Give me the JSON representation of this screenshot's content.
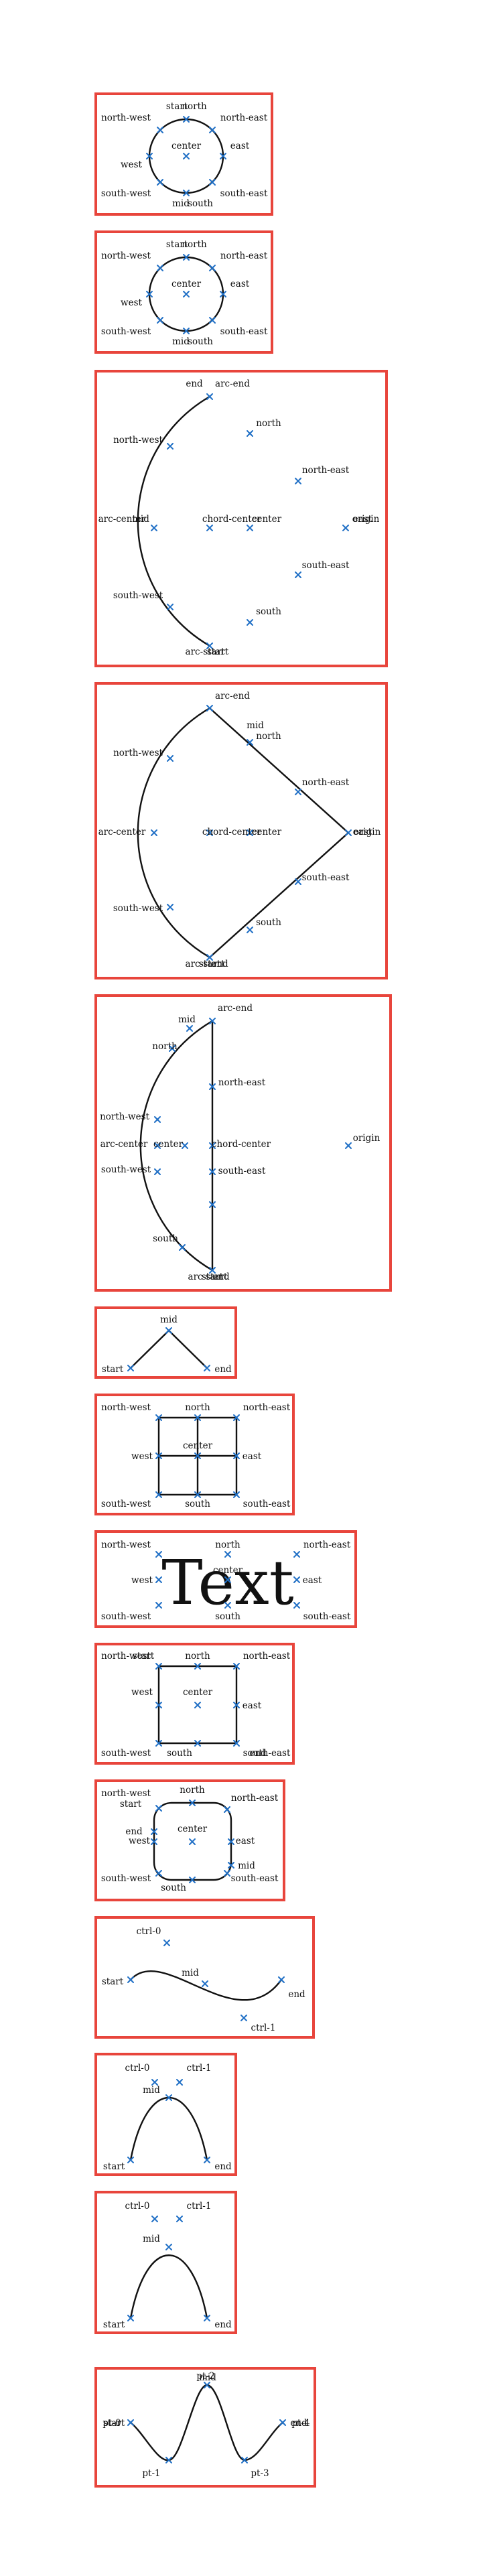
{
  "accent_color": "#1f6fc5",
  "frame_color": "#e8453c",
  "shape_color": "#111111",
  "icons": {
    "anchor_marker": "cross-marker"
  },
  "panels": [
    {
      "name": "circle-panel-1",
      "anchors": [
        "start",
        "north",
        "north-west",
        "north-east",
        "center",
        "east",
        "west",
        "south-west",
        "south-east",
        "mid",
        "south"
      ]
    },
    {
      "name": "circle-panel-2",
      "anchors": [
        "start",
        "north",
        "north-west",
        "north-east",
        "center",
        "east",
        "west",
        "south-west",
        "south-east",
        "mid",
        "south"
      ]
    },
    {
      "name": "arc-panel",
      "anchors": [
        "end",
        "arc-end",
        "north",
        "north-west",
        "north-east",
        "arc-center",
        "mid",
        "chord-center",
        "center",
        "origin",
        "east",
        "south-east",
        "south-west",
        "south",
        "arc-start",
        "start"
      ]
    },
    {
      "name": "pie-panel",
      "anchors": [
        "arc-end",
        "mid",
        "north",
        "north-west",
        "north-east",
        "arc-center",
        "chord-center",
        "center",
        "origin",
        "east",
        "south-west",
        "south-east",
        "south",
        "arc-start",
        "start",
        "end"
      ]
    },
    {
      "name": "closed-arc-panel",
      "anchors": [
        "arc-end",
        "mid",
        "north",
        "north-east",
        "north-west",
        "arc-center",
        "center",
        "chord-center",
        "origin",
        "south-west",
        "south-east",
        "south",
        "arc-start",
        "start",
        "end"
      ]
    },
    {
      "name": "polyline-panel",
      "anchors": [
        "mid",
        "start",
        "end"
      ]
    },
    {
      "name": "grid-panel",
      "anchors": [
        "north-west",
        "north",
        "north-east",
        "center",
        "west",
        "east",
        "south-west",
        "south",
        "south-east"
      ]
    },
    {
      "name": "text-panel",
      "text": "Text",
      "anchors": [
        "north-west",
        "north",
        "north-east",
        "center",
        "west",
        "east",
        "south-west",
        "south",
        "south-east"
      ]
    },
    {
      "name": "rect-panel",
      "anchors": [
        "north-west",
        "start",
        "north",
        "north-east",
        "west",
        "center",
        "east",
        "south-west",
        "south",
        "south-east",
        "end"
      ]
    },
    {
      "name": "rounded-rect-panel",
      "anchors": [
        "north-west",
        "start",
        "north",
        "north-east",
        "center",
        "west",
        "east",
        "mid",
        "south-west",
        "south-east",
        "south",
        "end"
      ]
    },
    {
      "name": "cubic-bezier-panel",
      "anchors": [
        "ctrl-0",
        "mid",
        "start",
        "end",
        "ctrl-1"
      ]
    },
    {
      "name": "bezier-panel-1",
      "anchors": [
        "ctrl-0",
        "ctrl-1",
        "mid",
        "start",
        "end"
      ]
    },
    {
      "name": "bezier-panel-2",
      "anchors": [
        "ctrl-0",
        "ctrl-1",
        "mid",
        "start",
        "end"
      ]
    },
    {
      "name": "catmull-panel",
      "anchors": [
        "pt-2",
        "mid",
        "pt-0",
        "start",
        "pt-4",
        "end",
        "pt-1",
        "pt-3"
      ]
    }
  ]
}
